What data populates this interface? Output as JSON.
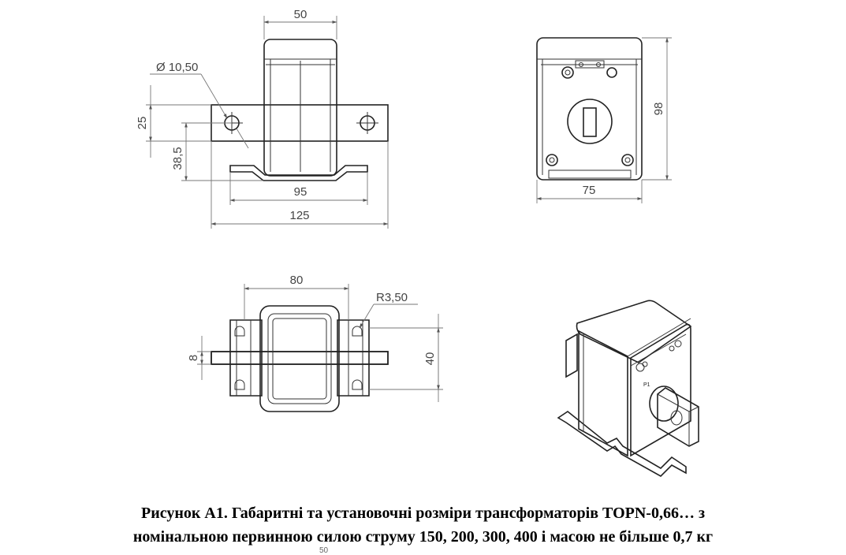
{
  "dimensions": {
    "front_width": "50",
    "hole_diameter": "Ø 10,50",
    "hole_spacing_vertical": "25",
    "busbar_height": "38,5",
    "base_width": "95",
    "busbar_length": "125",
    "side_height": "98",
    "side_width": "75",
    "top_width": "80",
    "corner_radius": "R3,50",
    "busbar_thickness": "8",
    "top_depth": "40",
    "terminal_mark": "P1"
  },
  "caption": {
    "line1": "Рисунок А1.  Габаритні та установочні розміри  трансформаторів ТОРN-0,66… з",
    "line2": "номінальною первинною силою струму 150, 200, 300, 400 і масою не більше 0,7 кг"
  },
  "footer_number": "50"
}
